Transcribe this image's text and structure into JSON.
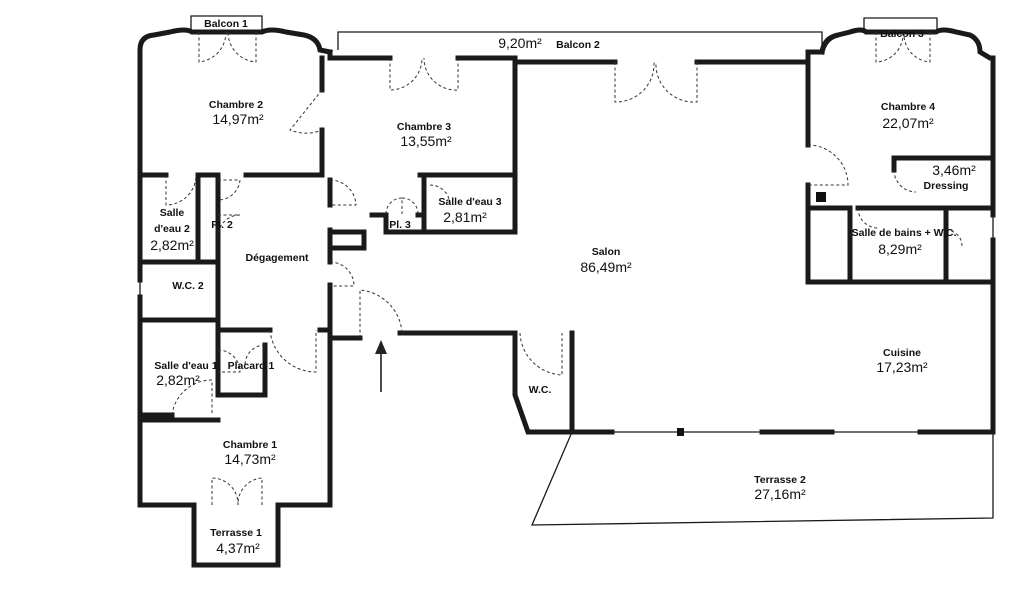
{
  "rooms": {
    "balcon1": {
      "name": "Balcon 1"
    },
    "balcon2": {
      "name": "Balcon 2",
      "area": "9,20m²"
    },
    "balcon3": {
      "name": "Balcon 3"
    },
    "chambre2": {
      "name": "Chambre 2",
      "area": "14,97m²"
    },
    "chambre3": {
      "name": "Chambre 3",
      "area": "13,55m²"
    },
    "chambre4": {
      "name": "Chambre 4",
      "area": "22,07m²"
    },
    "dressing": {
      "name": "Dressing",
      "area": "3,46m²"
    },
    "salle_eau2": {
      "name_line1": "Salle",
      "name_line2": "d'eau 2",
      "area": "2,82m²"
    },
    "pl2": {
      "name": "Pl. 2"
    },
    "pl3": {
      "name": "Pl. 3"
    },
    "salle_eau3": {
      "name": "Salle d'eau 3",
      "area": "2,81m²"
    },
    "salle_bains": {
      "name": "Salle de bains + W.C.",
      "area": "8,29m²"
    },
    "degagement": {
      "name": "Dégagement"
    },
    "salon": {
      "name": "Salon",
      "area": "86,49m²"
    },
    "wc2": {
      "name": "W.C. 2"
    },
    "salle_eau1": {
      "name": "Salle d'eau 1",
      "area": "2,82m²"
    },
    "placard1": {
      "name": "Placard 1"
    },
    "wc": {
      "name": "W.C."
    },
    "cuisine": {
      "name": "Cuisine",
      "area": "17,23m²"
    },
    "chambre1": {
      "name": "Chambre 1",
      "area": "14,73m²"
    },
    "terrasse1": {
      "name": "Terrasse 1",
      "area": "4,37m²"
    },
    "terrasse2": {
      "name": "Terrasse 2",
      "area": "27,16m²"
    }
  }
}
